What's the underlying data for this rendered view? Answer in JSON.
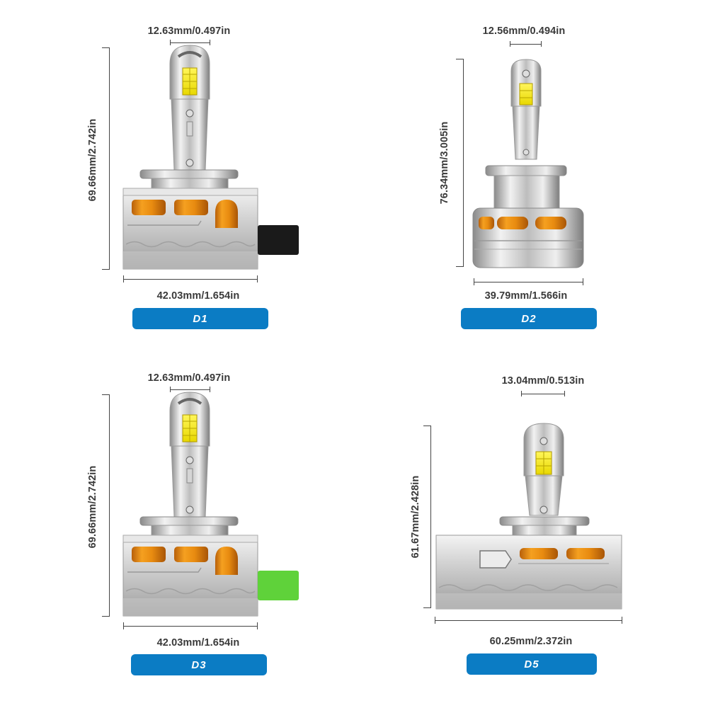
{
  "products": [
    {
      "id": "d1",
      "label": "D1",
      "top_dimension": "12.63mm/0.497in",
      "height_dimension": "69.66mm/2.742in",
      "width_dimension": "42.03mm/1.654in",
      "connector_color": "#1a1a1a"
    },
    {
      "id": "d2",
      "label": "D2",
      "top_dimension": "12.56mm/0.494in",
      "height_dimension": "76.34mm/3.005in",
      "width_dimension": "39.79mm/1.566in"
    },
    {
      "id": "d3",
      "label": "D3",
      "top_dimension": "12.63mm/0.497in",
      "height_dimension": "69.66mm/2.742in",
      "width_dimension": "42.03mm/1.654in",
      "connector_color": "#5fd23a"
    },
    {
      "id": "d5",
      "label": "D5",
      "top_dimension": "13.04mm/0.513in",
      "height_dimension": "61.67mm/2.428in",
      "width_dimension": "60.25mm/2.372in"
    }
  ],
  "colors": {
    "badge": "#0b7cc4",
    "amber": "#e8900f",
    "led": "#f4e600",
    "silver": "#c9c9c9"
  }
}
